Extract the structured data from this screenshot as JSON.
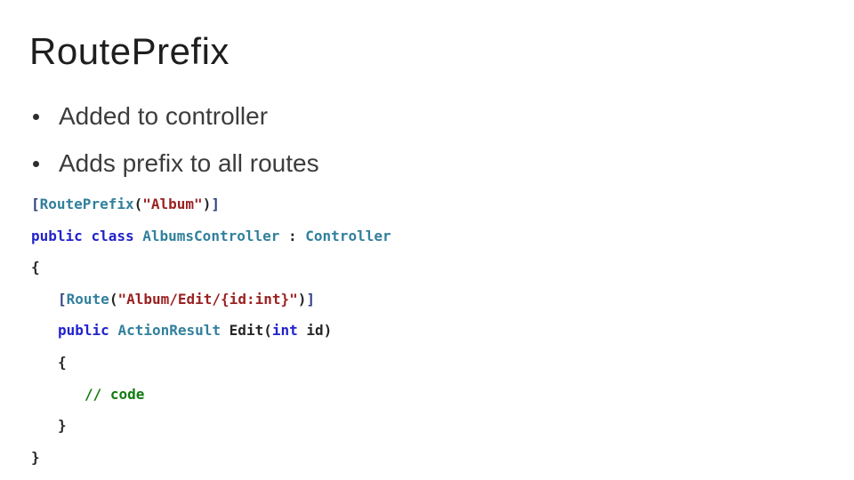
{
  "slide": {
    "title": "RoutePrefix",
    "bullets": [
      "Added to controller",
      "Adds prefix to all routes"
    ]
  },
  "colors": {
    "background": "#FFFFFF",
    "title_text": "#1E1E1E",
    "bullet_text": "#3C3C3C",
    "code_keyword": "#2222CC",
    "code_type": "#31809C",
    "code_string": "#9B2121",
    "code_comment": "#107C10",
    "code_plain": "#262626",
    "code_bracket": "#2F3F7F"
  },
  "code": {
    "lines": [
      {
        "indent": 0,
        "tokens": [
          {
            "text": "[",
            "style": "bracket"
          },
          {
            "text": "RoutePrefix",
            "style": "type"
          },
          {
            "text": "(",
            "style": "plain"
          },
          {
            "text": "\"Album\"",
            "style": "string"
          },
          {
            "text": ")",
            "style": "plain"
          },
          {
            "text": "]",
            "style": "bracket"
          }
        ]
      },
      {
        "indent": 0,
        "tokens": [
          {
            "text": "public",
            "style": "keyword"
          },
          {
            "text": " ",
            "style": "plain"
          },
          {
            "text": "class",
            "style": "keyword"
          },
          {
            "text": " ",
            "style": "plain"
          },
          {
            "text": "AlbumsController",
            "style": "type"
          },
          {
            "text": " : ",
            "style": "plain"
          },
          {
            "text": "Controller",
            "style": "type"
          }
        ]
      },
      {
        "indent": 0,
        "tokens": [
          {
            "text": "{",
            "style": "plain"
          }
        ]
      },
      {
        "indent": 1,
        "tokens": [
          {
            "text": "[",
            "style": "bracket"
          },
          {
            "text": "Route",
            "style": "type"
          },
          {
            "text": "(",
            "style": "plain"
          },
          {
            "text": "\"Album/Edit/{id:int}\"",
            "style": "string"
          },
          {
            "text": ")",
            "style": "plain"
          },
          {
            "text": "]",
            "style": "bracket"
          }
        ]
      },
      {
        "indent": 1,
        "tokens": [
          {
            "text": "public",
            "style": "keyword"
          },
          {
            "text": " ",
            "style": "plain"
          },
          {
            "text": "ActionResult",
            "style": "type"
          },
          {
            "text": " ",
            "style": "plain"
          },
          {
            "text": "Edit(",
            "style": "plain"
          },
          {
            "text": "int",
            "style": "keyword"
          },
          {
            "text": " id)",
            "style": "plain"
          }
        ]
      },
      {
        "indent": 1,
        "tokens": [
          {
            "text": "{",
            "style": "plain"
          }
        ]
      },
      {
        "indent": 2,
        "tokens": [
          {
            "text": "// code",
            "style": "comment"
          }
        ]
      },
      {
        "indent": 1,
        "tokens": [
          {
            "text": "}",
            "style": "plain"
          }
        ]
      },
      {
        "indent": 0,
        "tokens": [
          {
            "text": "}",
            "style": "plain"
          }
        ]
      }
    ]
  }
}
